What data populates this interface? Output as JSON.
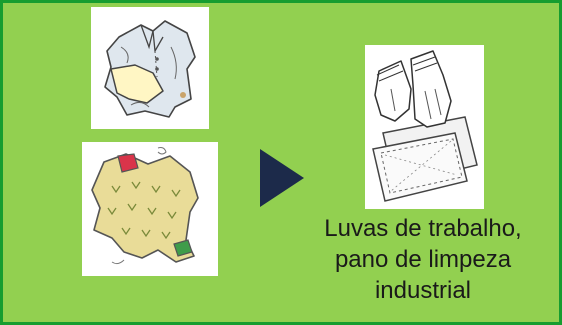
{
  "caption": {
    "lines": [
      "Luvas de trabalho,",
      "pano de limpeza",
      "industrial"
    ]
  },
  "colors": {
    "background": "#92d050",
    "border": "#169d30",
    "arrow": "#1c2a4a"
  },
  "icons": [
    "worn-shirt-icon",
    "worn-sweater-icon",
    "arrow-right-icon",
    "work-gloves-and-cloth-icon"
  ]
}
